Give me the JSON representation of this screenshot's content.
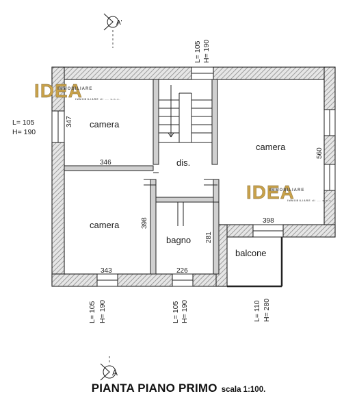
{
  "drawing": {
    "title": "PIANTA PIANO PRIMO",
    "scale": "scala 1:100.",
    "section_mark": "A",
    "section_mark_top": "A'",
    "colors": {
      "wall_hatch": "#888888",
      "line": "#222222",
      "logo_gold": "#c9a24a",
      "logo_dark": "#555555"
    }
  },
  "logo": {
    "name": "IDEA",
    "subtitle": "IMMOBILIARE",
    "tagline": "IMMOBILIARE di ... s.n.c."
  },
  "rooms": {
    "camera_nw": "camera",
    "camera_ne": "camera",
    "camera_sw": "camera",
    "dis": "dis.",
    "bagno": "bagno",
    "balcone": "balcone"
  },
  "dimensions": {
    "d347": "347",
    "d346": "346",
    "d398_left": "398",
    "d343": "343",
    "d226": "226",
    "d281": "281",
    "d560": "560",
    "d398_right": "398"
  },
  "openings": {
    "top": {
      "l": "L= 105",
      "h": "H= 190"
    },
    "left": {
      "l": "L= 105",
      "h": "H= 190"
    },
    "bottom_left": {
      "l": "L= 105",
      "h": "H= 190"
    },
    "bottom_mid": {
      "l": "L= 105",
      "h": "H= 190"
    },
    "balcony": {
      "l": "L= 110",
      "h": "H= 280"
    }
  }
}
